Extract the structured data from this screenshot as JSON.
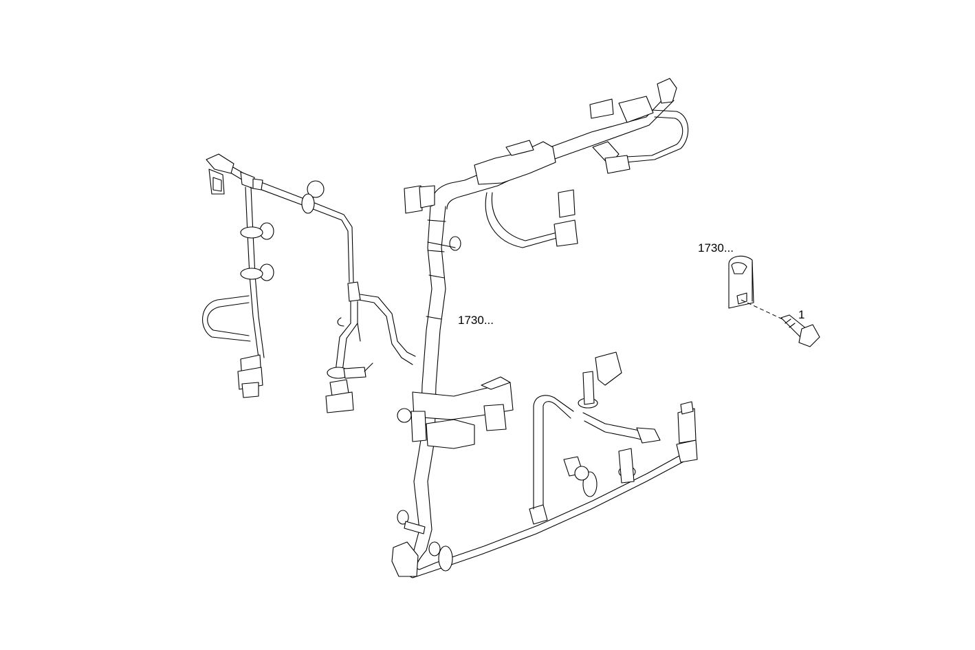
{
  "labels": {
    "harness_ref": "1730...",
    "clip_ref": "1730...",
    "bolt_ref": "1"
  }
}
